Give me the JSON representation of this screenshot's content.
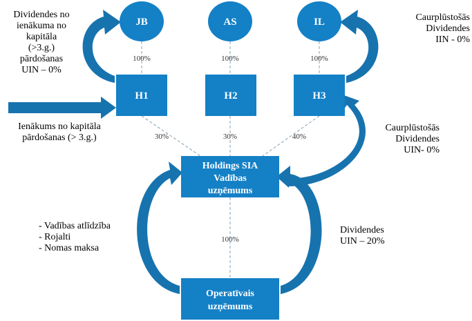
{
  "colors": {
    "fill": "#1480c6",
    "arrow": "#1773ae",
    "line": "#7f9fb5"
  },
  "people": [
    {
      "id": "jb",
      "label": "JB"
    },
    {
      "id": "as",
      "label": "AS"
    },
    {
      "id": "il",
      "label": "IL"
    }
  ],
  "holdings": [
    {
      "id": "h1",
      "label": "H1"
    },
    {
      "id": "h2",
      "label": "H2"
    },
    {
      "id": "h3",
      "label": "H3"
    }
  ],
  "ownership": {
    "people_to_holdings": [
      "100%",
      "100%",
      "100%"
    ],
    "holdings_to_main": [
      "30%",
      "30%",
      "40%"
    ],
    "main_to_operating": "100%"
  },
  "main_company": [
    "Holdings SIA",
    "Vadības",
    "uzņēmums"
  ],
  "operating_company": [
    "Operatīvais",
    "uzņēmums"
  ],
  "notes": {
    "jb_dividends": [
      "Dividendes no",
      "ienākuma no",
      "kapitāla",
      "(>3.g.)",
      "pārdošanas",
      "UIN – 0%"
    ],
    "h1_income": [
      "Ienākums no kapitāla",
      "pārdošanas (> 3.g.)"
    ],
    "il_dividends": [
      "Caurplūstošās",
      "Dividendes",
      "IIN - 0%"
    ],
    "h3_dividends": [
      "Caurplūstošās",
      "Dividendes",
      "UIN- 0%"
    ],
    "operating_payments": [
      "- Vadības atlīdzība",
      "- Rojalti",
      "- Nomas maksa"
    ],
    "operating_dividends": [
      "Dividendes",
      "UIN – 20%"
    ]
  }
}
